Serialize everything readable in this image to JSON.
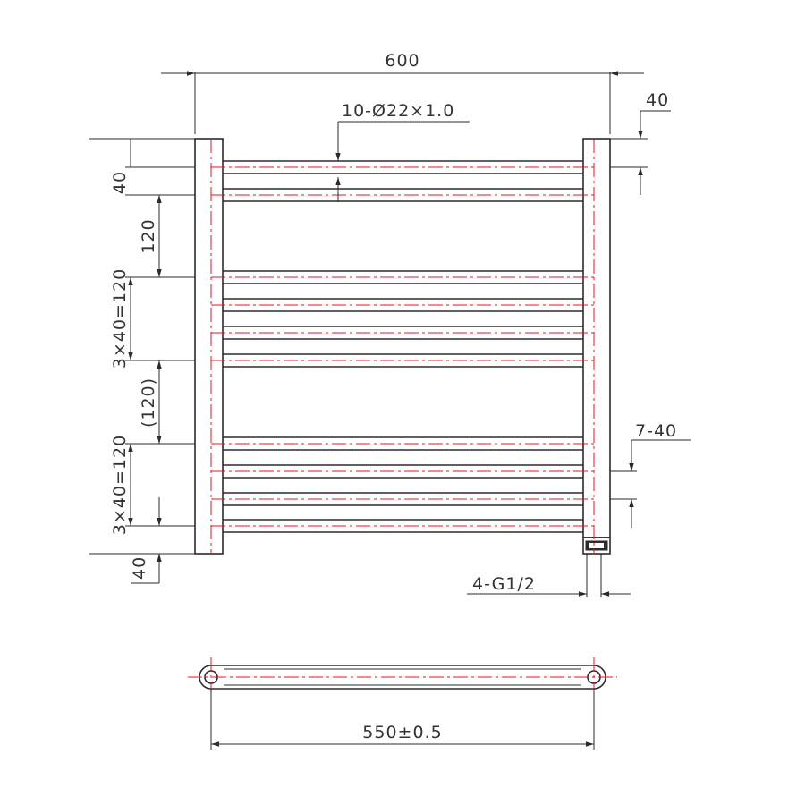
{
  "drawing": {
    "colors": {
      "ink": "#2b2b2b",
      "centerline": "#e8141e",
      "background": "#ffffff"
    },
    "labels": {
      "overall_width": "600",
      "tube_spec": "10-Ø22×1.0",
      "top_offset_right": "40",
      "top_offset_left": "40",
      "gap_upper": "120",
      "group_upper": "3×40=120",
      "gap_middle": "(120)",
      "group_lower": "3×40=120",
      "bottom_offset": "40",
      "lower_pitch": "7-40",
      "connections": "4-G1/2",
      "centre_distance": "550±0.5"
    }
  }
}
